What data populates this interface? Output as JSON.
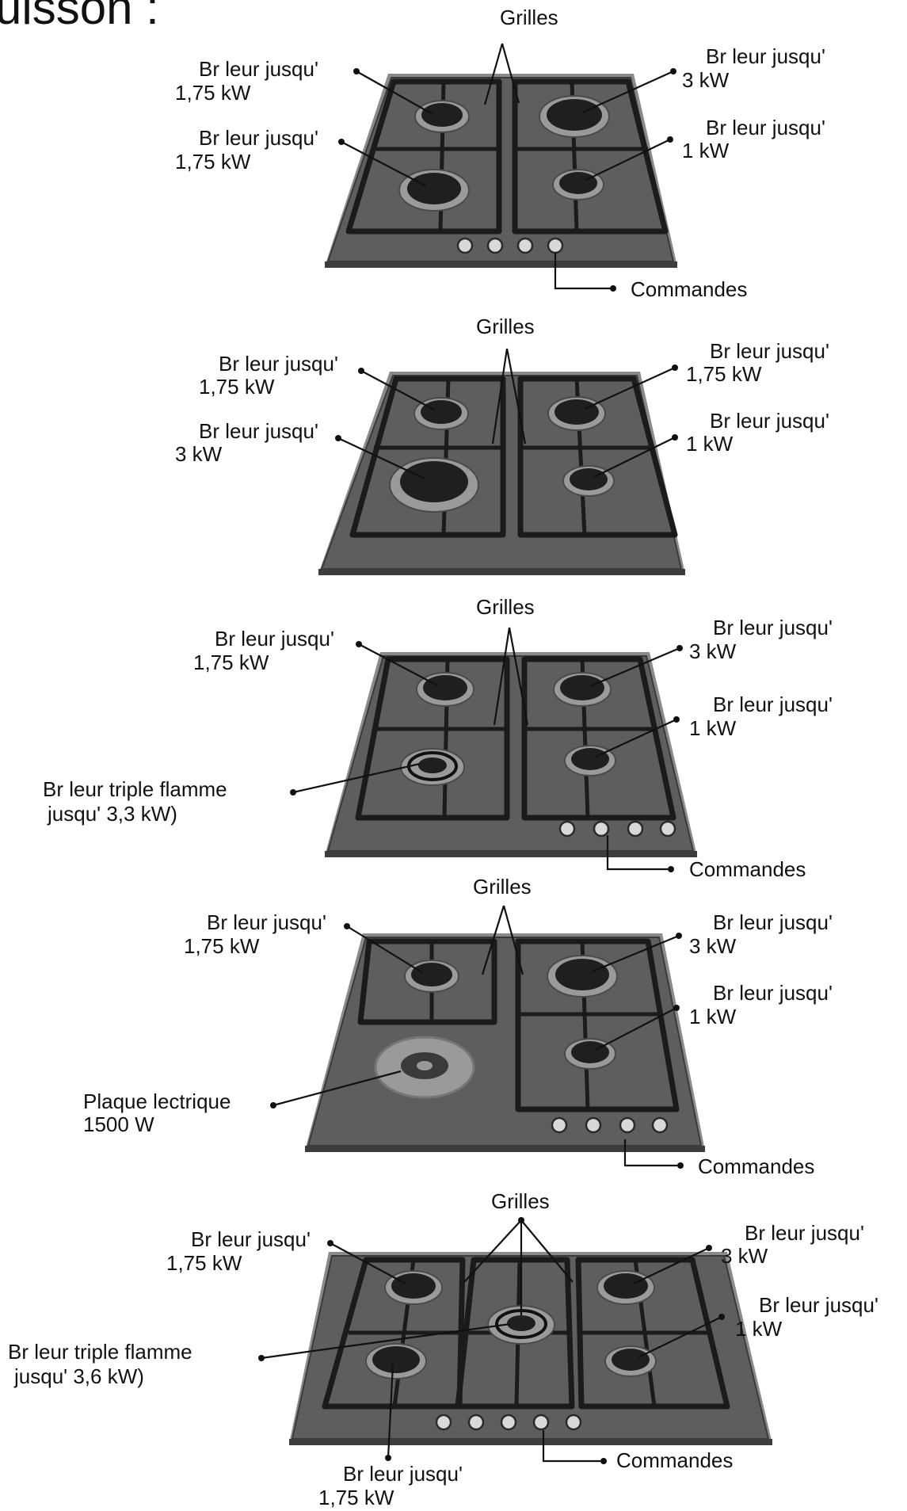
{
  "page": {
    "heading_fragment": "uisson :"
  },
  "diagrams": [
    {
      "grilles": "Grilles",
      "commandes": "Commandes",
      "labels": {
        "top_left": [
          "Br  leur jusqu'",
          "1,75 kW"
        ],
        "bottom_left": [
          "Br  leur jusqu'",
          "1,75 kW"
        ],
        "top_right": [
          "Br  leur jusqu'",
          "3 kW"
        ],
        "bottom_right": [
          "Br  leur jusqu'",
          "1 kW"
        ]
      }
    },
    {
      "grilles": "Grilles",
      "labels": {
        "top_left": [
          "Br  leur jusqu'",
          "1,75 kW"
        ],
        "bottom_left": [
          "Br  leur jusqu'",
          "3 kW"
        ],
        "top_right": [
          "Br  leur jusqu'",
          "1,75 kW"
        ],
        "bottom_right": [
          "Br  leur jusqu'",
          "1 kW"
        ]
      }
    },
    {
      "grilles": "Grilles",
      "commandes": "Commandes",
      "labels": {
        "top_left": [
          "Br  leur jusqu'",
          "1,75 kW"
        ],
        "bottom_left": [
          "Br  leur    triple flamme",
          "jusqu'    3,3 kW)"
        ],
        "top_right": [
          "Br  leur jusqu'",
          "3 kW"
        ],
        "bottom_right": [
          "Br  leur jusqu'",
          "1 kW"
        ]
      }
    },
    {
      "grilles": "Grilles",
      "commandes": "Commandes",
      "labels": {
        "top_left": [
          "Br  leur jusqu'",
          "1,75 kW"
        ],
        "bottom_left": [
          "Plaque     lectrique",
          "1500 W"
        ],
        "top_right": [
          "Br  leur jusqu'",
          "3 kW"
        ],
        "bottom_right": [
          "Br  leur jusqu'",
          "1 kW"
        ]
      }
    },
    {
      "grilles": "Grilles",
      "commandes": "Commandes",
      "labels": {
        "top_left": [
          "Br  leur jusqu'",
          "1,75 kW"
        ],
        "middle_left": [
          "Br  leur    triple flamme",
          "jusqu'    3,6 kW)"
        ],
        "bottom_center": [
          "Br  leur jusqu'",
          "1,75 kW"
        ],
        "top_right": [
          "Br  leur jusqu'",
          "3 kW"
        ],
        "bottom_right": [
          "Br  leur jusqu'",
          "1 kW"
        ]
      }
    }
  ]
}
